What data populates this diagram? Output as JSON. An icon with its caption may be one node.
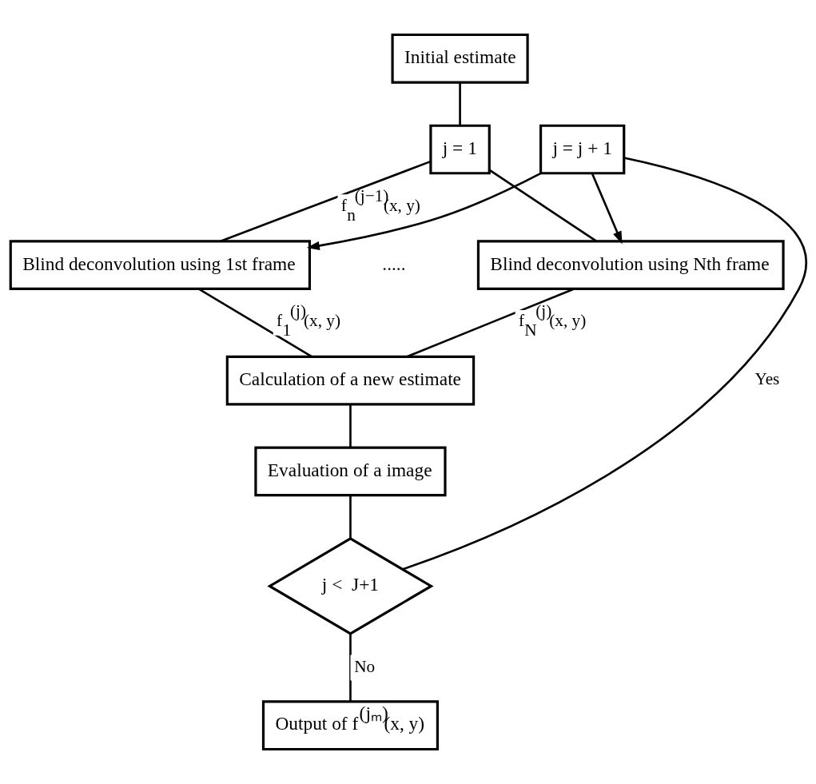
{
  "diagram": {
    "nodes": [
      {
        "text": [
          "Initial estimate"
        ]
      },
      {
        "text": [
          "j = 1"
        ]
      },
      {
        "text": [
          "j = j + 1"
        ]
      },
      {
        "text": [
          "Blind deconvolution using 1st frame"
        ]
      },
      {
        "text": [
          "Blind deconvolution using Nth frame"
        ]
      },
      {
        "text": [
          "Calculation of a new estimate"
        ]
      },
      {
        "text": [
          "Evaluation of a image"
        ]
      },
      {
        "text": [
          "j <  J+1"
        ]
      },
      {
        "text": [
          "Output of f$^{(jₘ)}$(x, y)"
        ]
      }
    ],
    "edges": [
      {
        "from": 0,
        "to": 1,
        "arrow": "none"
      },
      {
        "from": 1,
        "to": 3,
        "arrow": "none",
        "label": "f$_{n}$$^{(j−1)}$(x, y)"
      },
      {
        "from": 1,
        "to": 4,
        "arrow": "none"
      },
      {
        "from": 2,
        "to": 3,
        "arrow": "to"
      },
      {
        "from": 2,
        "to": 4,
        "arrow": "to"
      },
      {
        "from": 3,
        "to": 5,
        "arrow": "none",
        "label": "f$_{1}$$^{(j)}$(x, y)"
      },
      {
        "from": 4,
        "to": 5,
        "arrow": "none",
        "label": "f$_{N}$$^{(j)}$(x, y)"
      },
      {
        "from": 5,
        "to": 6,
        "arrow": "none"
      },
      {
        "from": 6,
        "to": 7,
        "arrow": "none"
      },
      {
        "from": 7,
        "to": 2,
        "arrow": "none",
        "label": "Yes"
      },
      {
        "from": 7,
        "to": 8,
        "arrow": "none",
        "label": "No"
      }
    ],
    "labels": [
      "....."
    ]
  }
}
